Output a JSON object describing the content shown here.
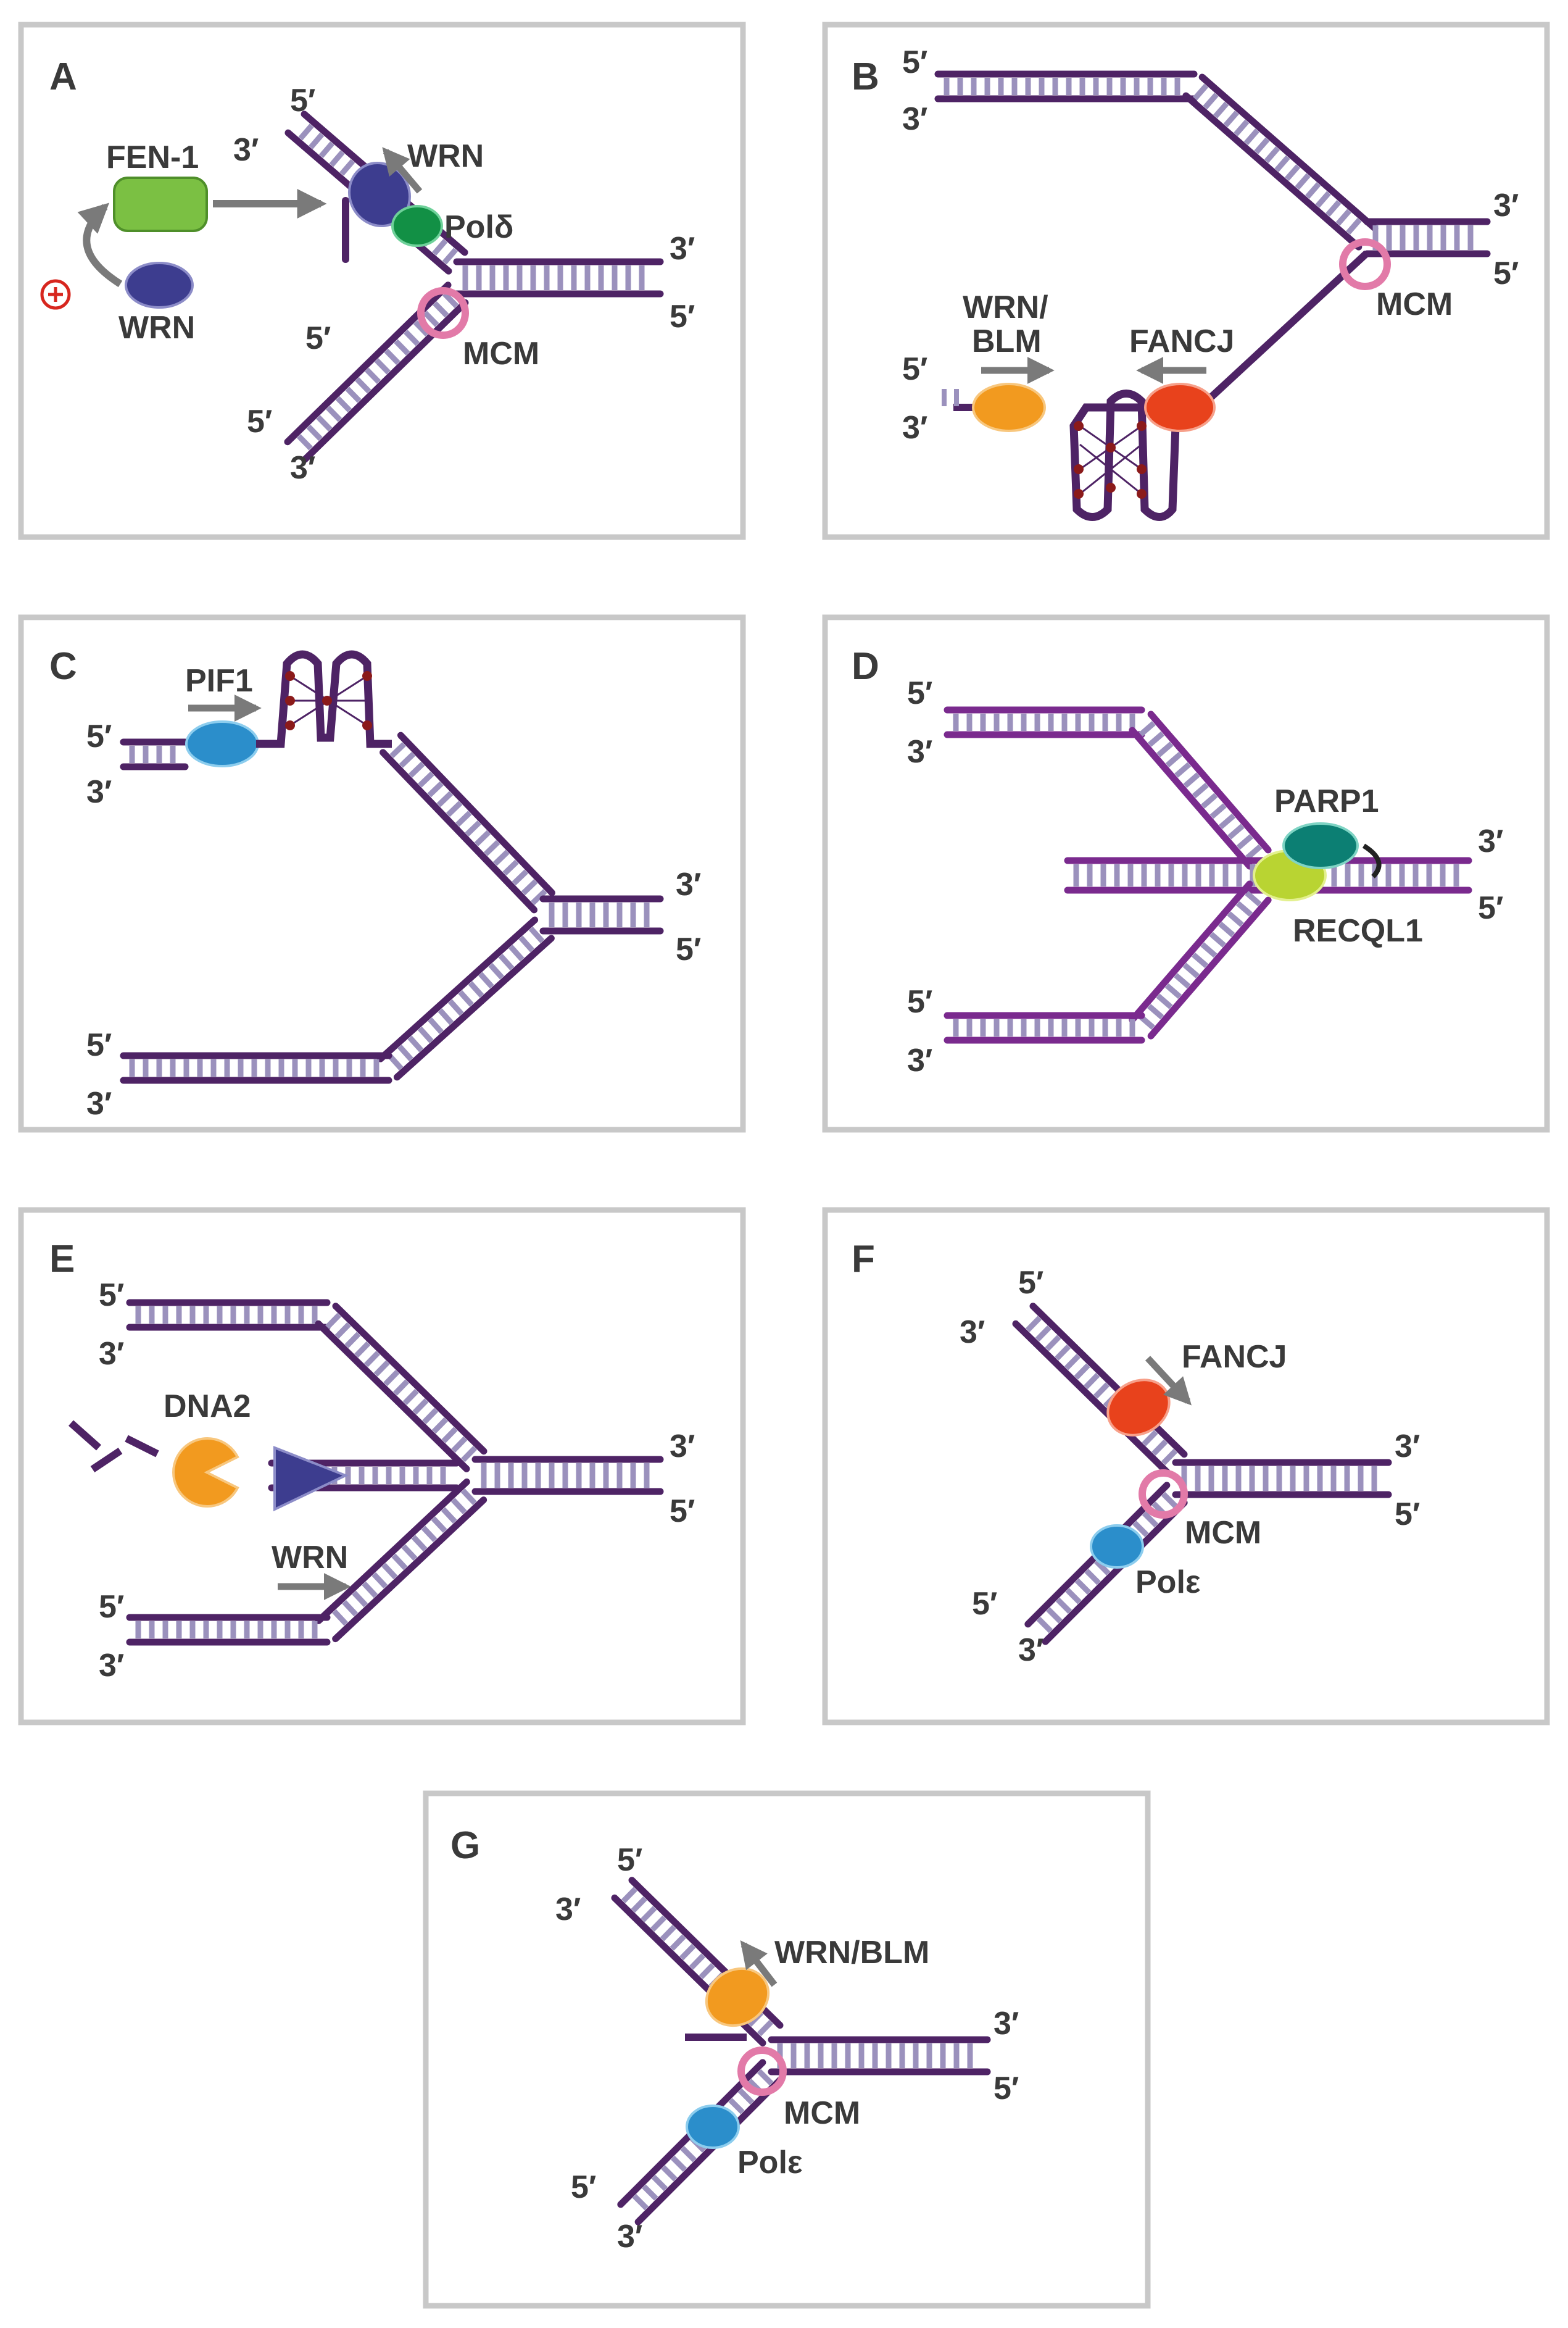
{
  "colors": {
    "strand": "#4e2365",
    "strand_bright": "#7a2a8e",
    "rung": "#9b91bd",
    "arrow": "#7a7a7a",
    "mcm": "#e27aa8",
    "fen1": "#7bc043",
    "wrn_blue": "#3d3d8f",
    "pol_delta": "#129045",
    "orange": "#f29a1f",
    "red_orange": "#e8421c",
    "blue": "#2b8ecb",
    "teal": "#0c7f73",
    "yellow_green": "#b9d432",
    "plus": "#d7261e",
    "g4_node": "#8b1a1a"
  },
  "icons": {
    "plus": "circle-plus-icon",
    "arrow": "arrow-icon"
  },
  "panels": {
    "A": {
      "label": "A",
      "fen1": "FEN-1",
      "wrn_top": "WRN",
      "pol": "Polδ",
      "wrn_bottom": "WRN",
      "mcm": "MCM",
      "ends": {
        "top5": "5′",
        "top3": "3′",
        "right3": "3′",
        "right5": "5′",
        "mid5": "5′",
        "bot5": "5′",
        "bot3": "3′"
      }
    },
    "B": {
      "label": "B",
      "wrn_blm_1": "WRN/",
      "wrn_blm_2": "BLM",
      "fancj": "FANCJ",
      "mcm": "MCM",
      "ends": {
        "tl5": "5′",
        "tl3": "3′",
        "r3": "3′",
        "r5": "5′",
        "bl5": "5′",
        "bl3": "3′"
      }
    },
    "C": {
      "label": "C",
      "pif1": "PIF1",
      "ends": {
        "tl5": "5′",
        "tl3": "3′",
        "r3": "3′",
        "r5": "5′",
        "bl5": "5′",
        "bl3": "3′"
      }
    },
    "D": {
      "label": "D",
      "parp1": "PARP1",
      "recql1": "RECQL1",
      "ends": {
        "tl5": "5′",
        "tl3": "3′",
        "r3": "3′",
        "r5": "5′",
        "bl5": "5′",
        "bl3": "3′"
      }
    },
    "E": {
      "label": "E",
      "dna2": "DNA2",
      "wrn": "WRN",
      "ends": {
        "tl5": "5′",
        "tl3": "3′",
        "r3": "3′",
        "r5": "5′",
        "bl5": "5′",
        "bl3": "3′"
      }
    },
    "F": {
      "label": "F",
      "fancj": "FANCJ",
      "mcm": "MCM",
      "pol": "Polε",
      "ends": {
        "top5": "5′",
        "top3": "3′",
        "r3": "3′",
        "r5": "5′",
        "bot5": "5′",
        "bot3": "3′"
      }
    },
    "G": {
      "label": "G",
      "wrn_blm": "WRN/BLM",
      "mcm": "MCM",
      "pol": "Polε",
      "ends": {
        "top5": "5′",
        "top3": "3′",
        "r3": "3′",
        "r5": "5′",
        "bot5": "5′",
        "bot3": "3′"
      }
    }
  }
}
